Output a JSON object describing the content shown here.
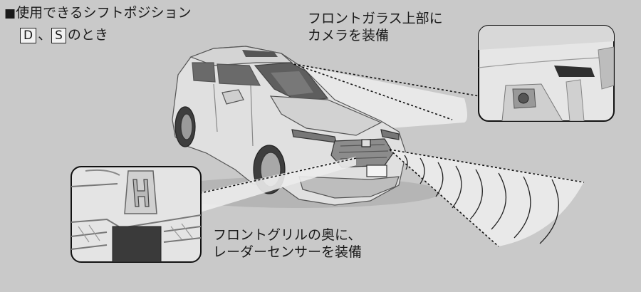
{
  "heading": {
    "bullet": "■",
    "title": "使用できるシフトポジション"
  },
  "gears": {
    "first": "D",
    "separator": "、",
    "second": "S",
    "suffix": "のとき"
  },
  "camera_label": {
    "line1": "フロントガラス上部に",
    "line2": "カメラを装備"
  },
  "radar_label": {
    "line1": "フロントグリルの奥に、",
    "line2": "レーダーセンサーを装備"
  },
  "colors": {
    "background": "#c9c9c9",
    "panel": "#e4e4e4",
    "car_body": "#e2e2e2",
    "outline": "#222222",
    "sensor": "#3a3a3a"
  }
}
